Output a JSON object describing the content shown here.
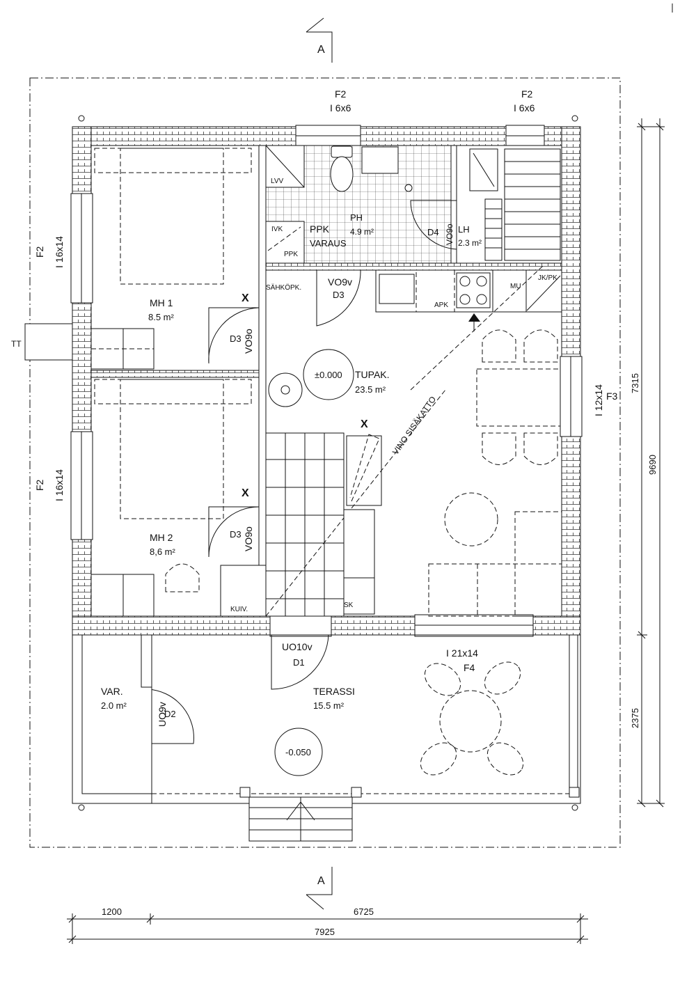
{
  "section_marks": {
    "top": "A",
    "bottom": "A"
  },
  "window_labels": {
    "top_left": {
      "type": "F2",
      "size": "I 6x6"
    },
    "top_right": {
      "type": "F2",
      "size": "I 6x6"
    },
    "left_upper": {
      "type": "F2",
      "size": "I 16x14"
    },
    "left_lower": {
      "type": "F2",
      "size": "I 16x14"
    },
    "right": {
      "type": "F3",
      "size": "I 12x14"
    },
    "terrace": {
      "type": "F4",
      "size": "I 21x14"
    }
  },
  "chimney_label": "TT",
  "rooms": {
    "mh1": {
      "name": "MH 1",
      "area": "8.5 m²"
    },
    "mh2": {
      "name": "MH 2",
      "area": "8,6 m²"
    },
    "tupak": {
      "name": "TUPAK.",
      "area": "23.5 m²"
    },
    "ph": {
      "name": "PH",
      "area": "4.9 m²"
    },
    "lh": {
      "name": "LH",
      "area": "2.3 m²"
    },
    "var": {
      "name": "VAR.",
      "area": "2.0 m²"
    },
    "terassi": {
      "name": "TERASSI",
      "area": "15.5 m²"
    }
  },
  "fixtures": {
    "lvv": "LVV",
    "ivk": "IVK",
    "ppk": "PPK",
    "ppk_small": "PPK",
    "varaus": "VARAUS",
    "sahkopk": "SÄHKÖPK.",
    "apk": "APK",
    "mu": "MU",
    "jkpk": "JK/PK",
    "kuiv": "KUIV.",
    "sk": "SK"
  },
  "doors": {
    "d_tupak": {
      "code": "VO9v",
      "type": "D3"
    },
    "d_mh1": {
      "code": "VO9o",
      "type": "D3"
    },
    "d_mh2": {
      "code": "VO9o",
      "type": "D3"
    },
    "d_lh": {
      "code": "VO9o",
      "type": "D4"
    },
    "d_main": {
      "code": "UO10v",
      "type": "D1"
    },
    "d_var": {
      "code": "UO9v",
      "type": "D2"
    }
  },
  "levels": {
    "floor": "±0.000",
    "terrace": "-0.050"
  },
  "notes": {
    "sloped_ceiling": "VINO SISÄKATTO"
  },
  "dimensions": {
    "right_upper": "7315",
    "right_total": "9690",
    "right_lower": "2375",
    "bottom_left": "1200",
    "bottom_right": "6725",
    "bottom_total": "7925"
  },
  "markers": {
    "x1": "X",
    "x2": "X",
    "x3": "X"
  }
}
